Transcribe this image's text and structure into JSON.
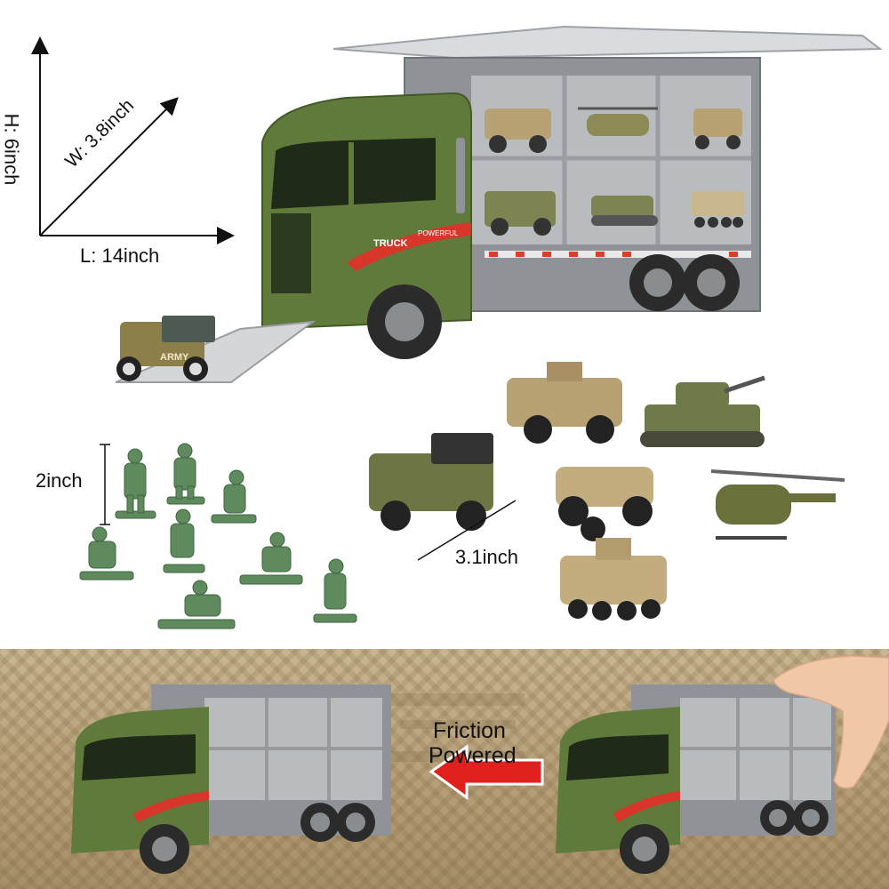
{
  "dimensions": {
    "height_label": "H: 6inch",
    "width_label": "W: 3.8inch",
    "length_label": "L: 14inch",
    "soldier_label": "2inch",
    "vehicle_label": "3.1inch"
  },
  "truck": {
    "cab_text": "TRUCK",
    "stripe_text": "POWERFUL",
    "jeep_text": "ARMY"
  },
  "banner": {
    "friction_line1": "Friction",
    "friction_line2": "Powered"
  },
  "colors": {
    "army_green": "#5f7a3a",
    "desert_tan": "#b8a173",
    "soldier_green": "#5e8a5e",
    "trailer_gray": "#8f9296",
    "arrow_red": "#e0201c"
  }
}
